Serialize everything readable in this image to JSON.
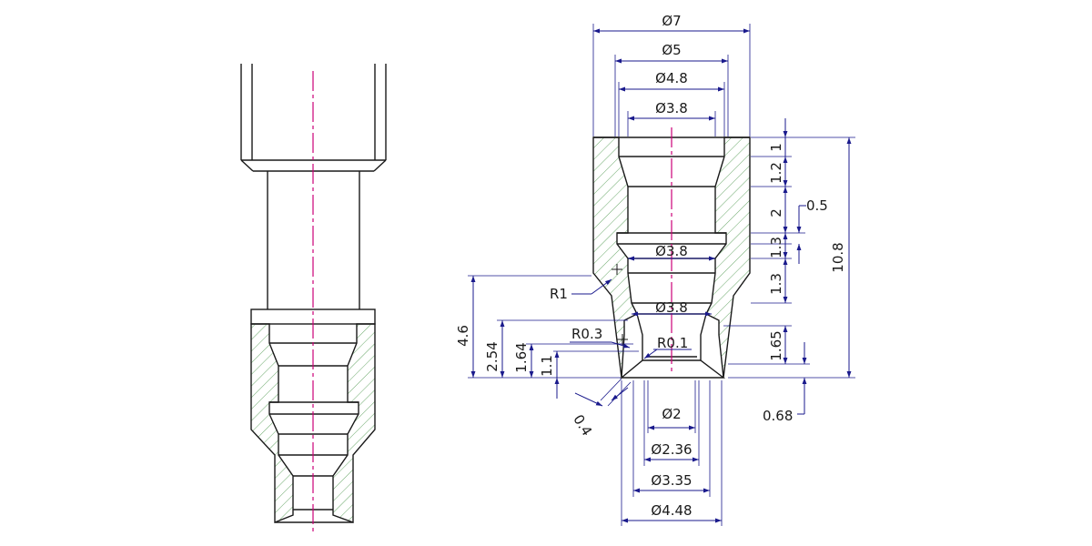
{
  "colors": {
    "outline": "#1a1a1a",
    "centerline": "#cc0077",
    "dimension": "#1a1a8c",
    "hatch": "#6aa86a"
  },
  "dimensions": {
    "d7": "Ø7",
    "d5": "Ø5",
    "d4_8": "Ø4.8",
    "d3_8_top": "Ø3.8",
    "d3_8_mid": "Ø3.8",
    "d3_8_low": "Ø3.8",
    "v1": "1",
    "v1_2": "1.2",
    "v0_5": "0.5",
    "v2": "2",
    "v1_3a": "1.3",
    "v1_3b": "1.3",
    "v10_8": "10.8",
    "v1_65": "1.65",
    "v0_68": "0.68",
    "r1": "R1",
    "r0_3": "R0.3",
    "r0_1": "R0.1",
    "v4_6": "4.6",
    "v2_54": "2.54",
    "v1_64": "1.64",
    "v1_1": "1.1",
    "a0_4": "0.4",
    "d2": "Ø2",
    "d2_36": "Ø2.36",
    "d3_35": "Ø3.35",
    "d4_48": "Ø4.48"
  }
}
